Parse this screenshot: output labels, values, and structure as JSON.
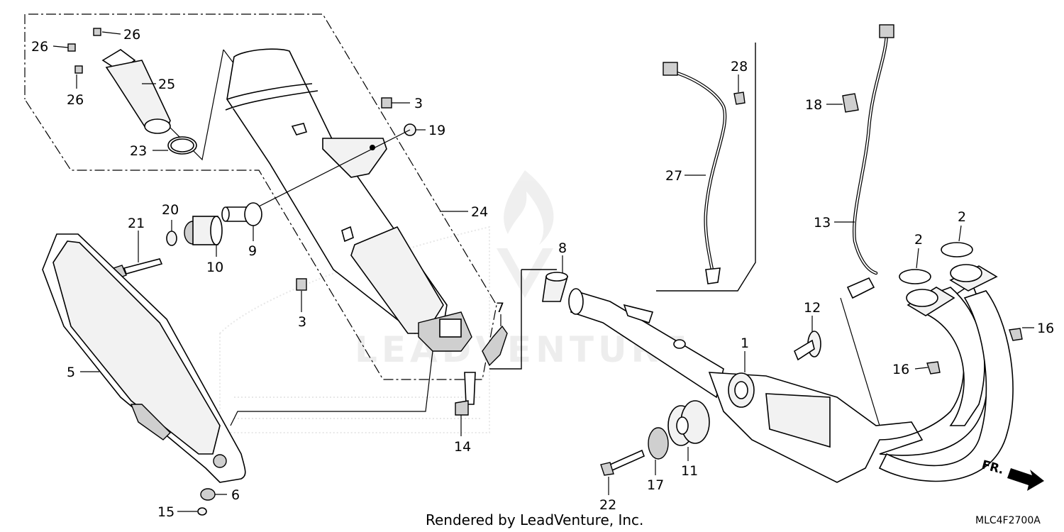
{
  "diagram": {
    "callouts": [
      {
        "id": "c26a",
        "label": "26"
      },
      {
        "id": "c26b",
        "label": "26"
      },
      {
        "id": "c26c",
        "label": "26"
      },
      {
        "id": "c25",
        "label": "25"
      },
      {
        "id": "c23",
        "label": "23"
      },
      {
        "id": "c3a",
        "label": "3"
      },
      {
        "id": "c19",
        "label": "19"
      },
      {
        "id": "c24",
        "label": "24"
      },
      {
        "id": "c20",
        "label": "20"
      },
      {
        "id": "c21",
        "label": "21"
      },
      {
        "id": "c10",
        "label": "10"
      },
      {
        "id": "c9",
        "label": "9"
      },
      {
        "id": "c3b",
        "label": "3"
      },
      {
        "id": "c8",
        "label": "8"
      },
      {
        "id": "c7",
        "label": "7"
      },
      {
        "id": "c5",
        "label": "5"
      },
      {
        "id": "c14",
        "label": "14"
      },
      {
        "id": "c6",
        "label": "6"
      },
      {
        "id": "c15",
        "label": "15"
      },
      {
        "id": "c28",
        "label": "28"
      },
      {
        "id": "c27",
        "label": "27"
      },
      {
        "id": "c18",
        "label": "18"
      },
      {
        "id": "c13",
        "label": "13"
      },
      {
        "id": "c2a",
        "label": "2"
      },
      {
        "id": "c2b",
        "label": "2"
      },
      {
        "id": "c12",
        "label": "12"
      },
      {
        "id": "c1",
        "label": "1"
      },
      {
        "id": "c16a",
        "label": "16"
      },
      {
        "id": "c16b",
        "label": "16"
      },
      {
        "id": "c11",
        "label": "11"
      },
      {
        "id": "c17",
        "label": "17"
      },
      {
        "id": "c22",
        "label": "22"
      }
    ],
    "direction_label": "FR.",
    "footer_text": "Rendered by LeadVenture, Inc.",
    "diagram_code": "MLC4F2700A",
    "watermark_text": "LEADVENTURE"
  }
}
